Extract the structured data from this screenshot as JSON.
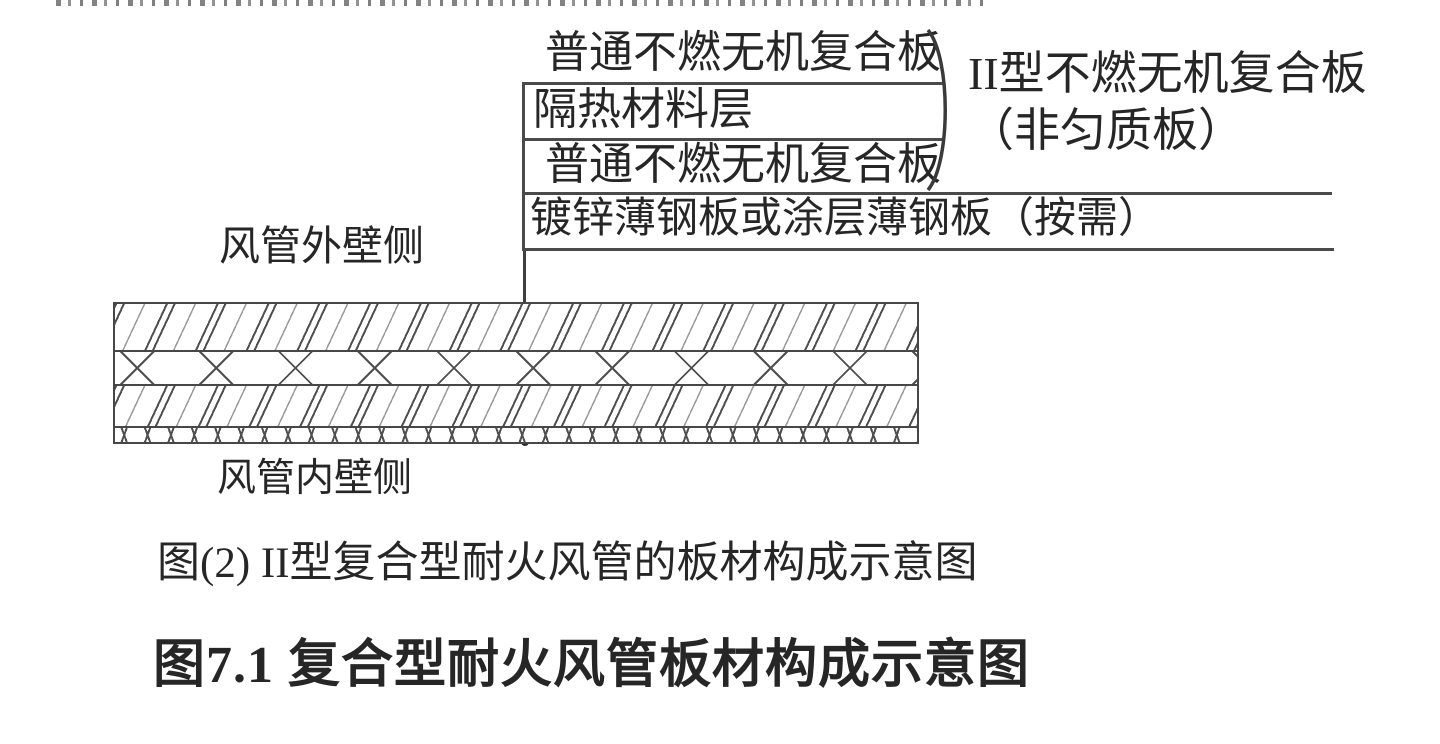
{
  "figure": {
    "layer_labels": [
      {
        "label": "普通不燃无机复合板"
      },
      {
        "label": "隔热材料层"
      },
      {
        "label": "普通不燃无机复合板"
      },
      {
        "label": "镀锌薄钢板或涂层薄钢板（按需）"
      }
    ],
    "group_label": {
      "line1": "II型不燃无机复合板",
      "line2": "（非匀质板）"
    },
    "side_labels": {
      "outer": "风管外壁侧",
      "inner": "风管内壁侧"
    },
    "caption": "图(2) II型复合型耐火风管的板材构成示意图",
    "title": "图7.1 复合型耐火风管板材构成示意图",
    "colors": {
      "line": "#4a4a4a",
      "text": "#262626",
      "background": "#ffffff"
    }
  }
}
